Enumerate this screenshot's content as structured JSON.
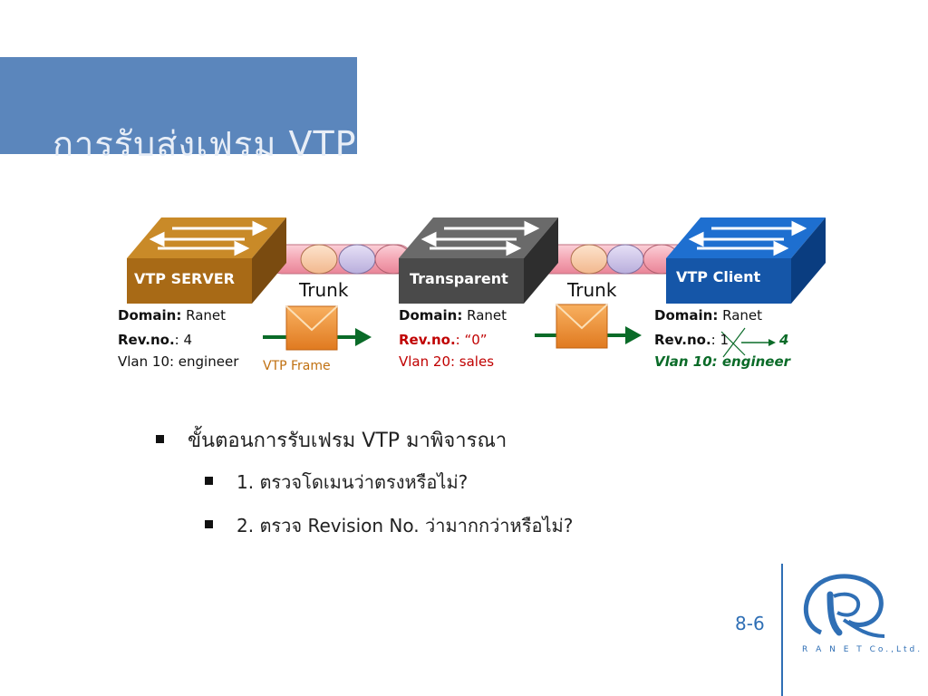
{
  "title": "การรับส่งเฟรม VTP",
  "switches": {
    "server": {
      "label": "VTP SERVER",
      "domain_key": "Domain:",
      "domain_val": " Ranet",
      "rev_key": "Rev.no.",
      "rev_val": ": 4",
      "vlan": "Vlan 10: engineer"
    },
    "transparent": {
      "label": "Transparent",
      "domain_key": "Domain:",
      "domain_val": " Ranet",
      "rev_key": "Rev.no.",
      "rev_val": ": “0”",
      "vlan": "Vlan 20: sales"
    },
    "client": {
      "label": "VTP Client",
      "domain_key": "Domain:",
      "domain_val": " Ranet",
      "rev_key": "Rev.no.",
      "rev_val": ": 1",
      "rev_new": "4",
      "vlan": "Vlan 10: engineer"
    }
  },
  "links": {
    "trunk1": "Trunk",
    "trunk2": "Trunk",
    "frame": "VTP Frame"
  },
  "colors": {
    "server": "#b8791a",
    "transparent": "#555555",
    "client": "#1560b8",
    "accent": "#5b86bc"
  },
  "bullets": {
    "main": "ขั้นตอนการรับเฟรม VTP มาพิจารณา",
    "sub1": "1. ตรวจโดเมนว่าตรงหรือไม่?",
    "sub2": "2. ตรวจ Revision No. ว่ามากกว่าหรือไม่?"
  },
  "page": "8-6",
  "logo": "R A N E T Co.,Ltd."
}
